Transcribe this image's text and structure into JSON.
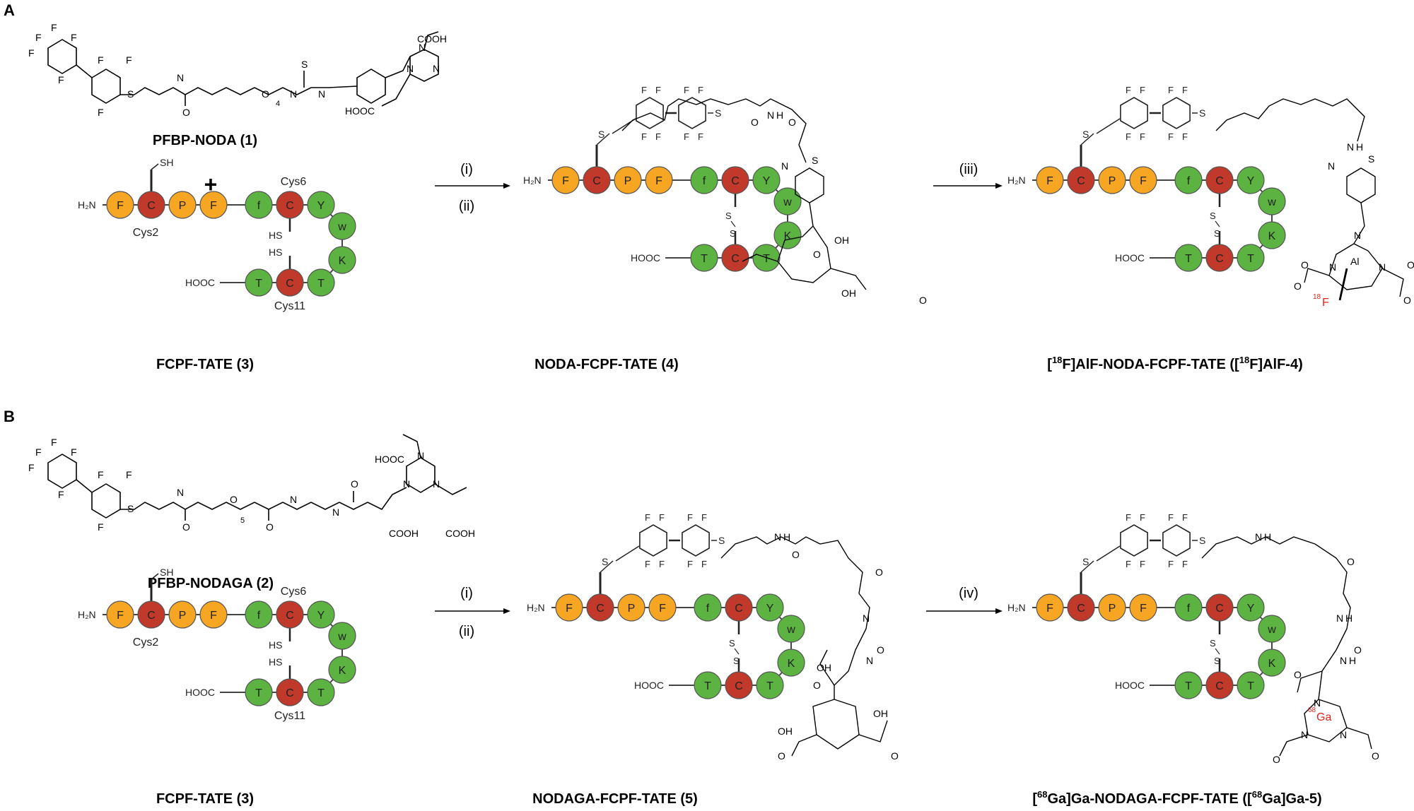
{
  "panels": [
    {
      "letter": "A",
      "start_top": "PFBP-NODA (1)",
      "plus": "+",
      "start_bottom": "FCPF-TATE (3)",
      "step1": [
        "(i)",
        "(ii)"
      ],
      "product": "NODA-FCPF-TATE (4)",
      "step2": [
        "(iii)"
      ],
      "final_prefix": "[",
      "final_iso": "18",
      "final_mid": "F]AlF-NODA-FCPF-TATE ([",
      "final_iso2": "18",
      "final_end": "F]AlF-4)",
      "metal_iso": "18",
      "metal": "F",
      "metal_center": "Al",
      "peg_n": "4"
    },
    {
      "letter": "B",
      "start_top": "PFBP-NODAGA (2)",
      "plus": "+",
      "start_bottom": "FCPF-TATE (3)",
      "step1": [
        "(i)",
        "(ii)"
      ],
      "product": "NODAGA-FCPF-TATE (5)",
      "step2": [
        "(iv)"
      ],
      "final_prefix": "[",
      "final_iso": "68",
      "final_mid": "Ga]Ga-NODAGA-FCPF-TATE ([",
      "final_iso2": "68",
      "final_end": "Ga]Ga-5)",
      "metal_iso": "68",
      "metal": "Ga",
      "peg_n": "5"
    }
  ],
  "peptide": {
    "n_term": "H₂N",
    "c_term": "HOOC",
    "residues_top": [
      "F",
      "C",
      "P",
      "F",
      "f",
      "C",
      "Y"
    ],
    "residues_right": [
      "w",
      "K"
    ],
    "residues_bottom": [
      "T",
      "C",
      "T"
    ],
    "labels": [
      "Cys2",
      "Cys6",
      "Cys11"
    ],
    "thiol": "SH",
    "thiol2": "HS",
    "sulfur": "S"
  },
  "chem_text": {
    "F": "F",
    "S": "S",
    "N": "N",
    "H": "H",
    "O": "O",
    "COOH": "COOH",
    "HOOC": "HOOC",
    "OH": "OH"
  },
  "colors": {
    "orange": "#f7a623",
    "red": "#c0392b",
    "green": "#5cb342",
    "label_red": "#e3241b"
  }
}
